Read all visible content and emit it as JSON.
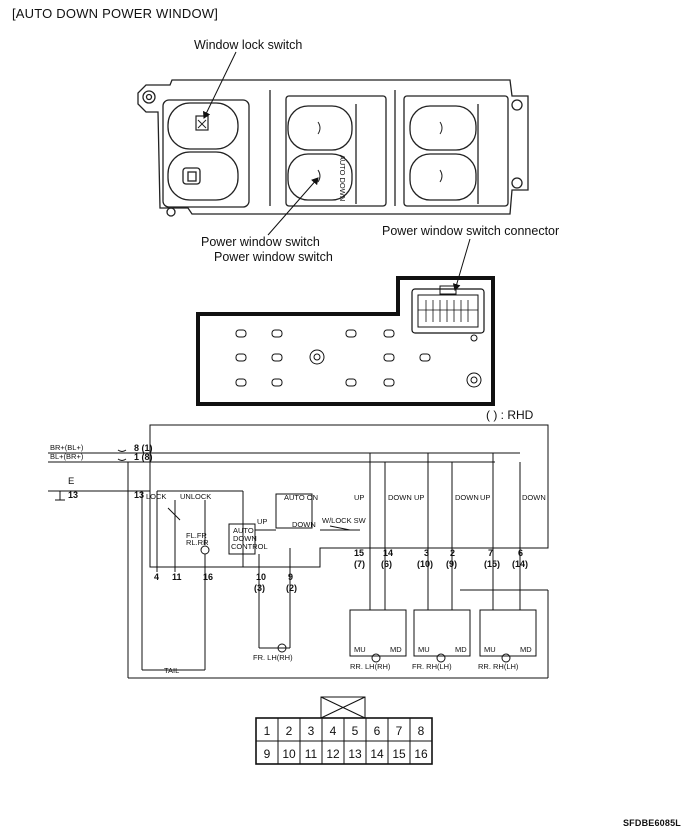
{
  "title": "[AUTO DOWN POWER WINDOW]",
  "labels": {
    "window_lock_switch": "Window lock switch",
    "power_window_switch_1": "Power window switch",
    "power_window_switch_2": "Power window switch",
    "connector": "Power window switch connector",
    "rhd_note": "( ) : RHD",
    "auto_down": "AUTO DOWN"
  },
  "circuit": {
    "inputs": [
      {
        "label": "BR+(BL+)",
        "pin": "8 (1)"
      },
      {
        "label": "BL+(BR+)",
        "pin": "1 (8)"
      },
      {
        "label": "E",
        "pin": "13"
      }
    ],
    "pin_lock": "13",
    "lock": "LOCK",
    "unlock": "UNLOCK",
    "auto_on": "AUTO ON",
    "up": "UP",
    "down": "DOWN",
    "auto_down_control": [
      "AUTO",
      "DOWN",
      "CONTROL"
    ],
    "fl_fr": "FL.FR",
    "rl_rr": "RL.RR",
    "wlock_sw": "W/LOCK SW",
    "bottom_pins": [
      "4",
      "11",
      "16",
      "10",
      "9"
    ],
    "bottom_pins_rhd": [
      "(3)",
      "(2)"
    ],
    "switch_groups": [
      {
        "up": "UP",
        "down": "DOWN",
        "pins": [
          "15",
          "14"
        ],
        "rhd": [
          "(7)",
          "(6)"
        ],
        "motor": "RR. LH(RH)"
      },
      {
        "up": "UP",
        "down": "DOWN",
        "pins": [
          "3",
          "2"
        ],
        "rhd": [
          "(10)",
          "(9)"
        ],
        "motor": "FR. RH(LH)"
      },
      {
        "up": "UP",
        "down": "DOWN",
        "pins": [
          "7",
          "6"
        ],
        "rhd": [
          "(15)",
          "(14)"
        ],
        "motor": "RR. RH(LH)"
      }
    ],
    "front_motor": "FR. LH(RH)",
    "mu": "MU",
    "md": "MD",
    "tail": "TAIL"
  },
  "connector_pins": {
    "row1": [
      "1",
      "2",
      "3",
      "4",
      "5",
      "6",
      "7",
      "8"
    ],
    "row2": [
      "9",
      "10",
      "11",
      "12",
      "13",
      "14",
      "15",
      "16"
    ]
  },
  "footer": "SFDBE6085L"
}
